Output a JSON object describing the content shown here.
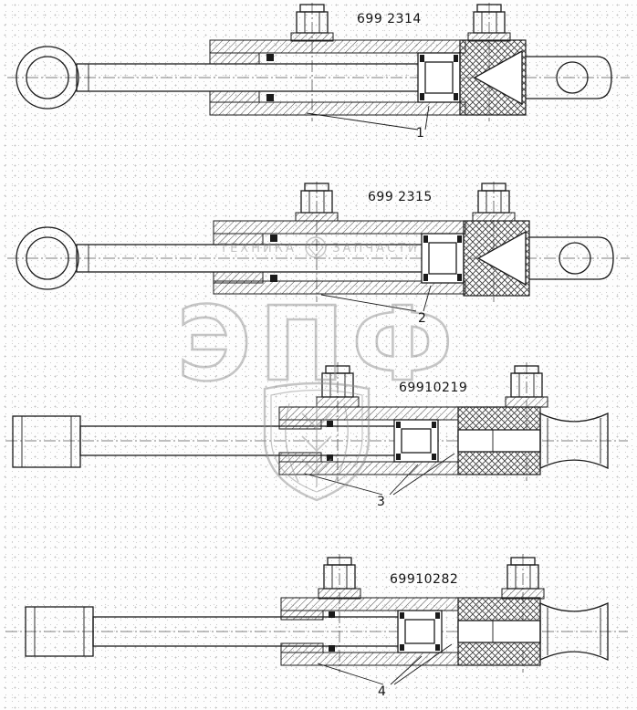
{
  "document": {
    "type": "hydraulic-cylinder-parts-diagram"
  },
  "watermark": {
    "brand_text": "ЭПФ",
    "tagline_left": "ТЕХНИКА",
    "tagline_right": "ЗАПЧАСТИ",
    "color": "#8f8f8f"
  },
  "drawings": [
    {
      "part_number": "699 2314",
      "callout": "1"
    },
    {
      "part_number": "699 2315",
      "callout": "2"
    },
    {
      "part_number": "69910219",
      "callout": "3"
    },
    {
      "part_number": "69910282",
      "callout": "4"
    }
  ],
  "colors": {
    "line": "#1b1b1b",
    "background": "#ffffff",
    "watermark": "#8f8f8f"
  }
}
